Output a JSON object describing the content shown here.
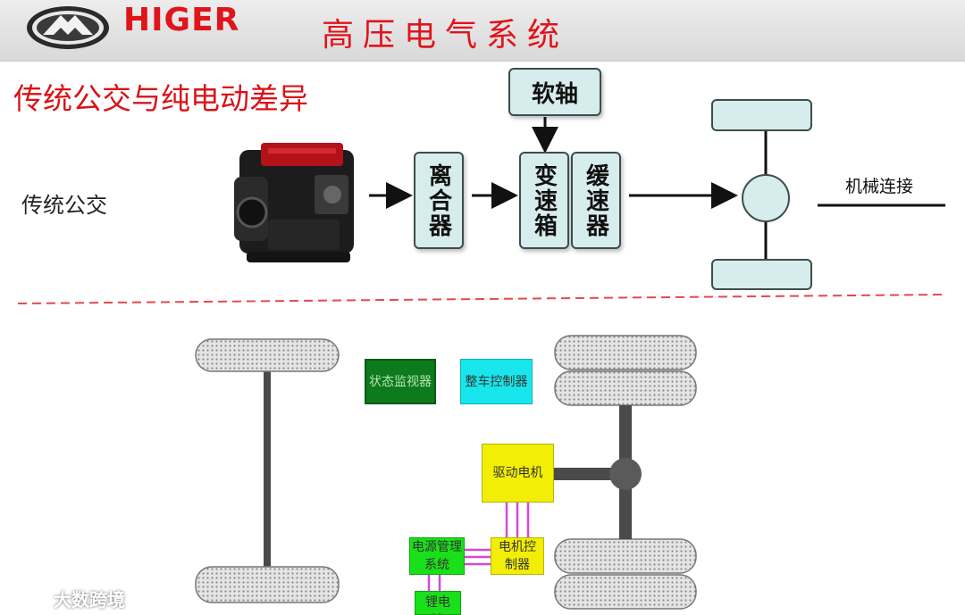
{
  "header": {
    "brand": "HIGER",
    "title": "高压电气系统"
  },
  "section_title": "传统公交与纯电动差异",
  "traditional": {
    "label": "传统公交",
    "flex_shaft": "软轴",
    "clutch": "离合器",
    "gearbox": "变速箱",
    "retarder": "缓速器",
    "mechanical_connection": "机械连接"
  },
  "electric": {
    "status_monitor": "状态监视器",
    "vehicle_controller": "整车控制器",
    "drive_motor": "驱动电机",
    "motor_controller": "电机控制器",
    "power_management": "电源管理系统",
    "battery": "锂电池"
  },
  "watermark": "大数跨境",
  "colors": {
    "accent_red": "#e0141b",
    "box_fill": "#d7ecec",
    "status_monitor": "#0d7a1c",
    "vehicle_controller": "#18e6ec",
    "drive_motor": "#f2ee05",
    "power_management": "#19e019",
    "wiring": "#d648d6"
  },
  "icons": [
    "higer-logo-icon",
    "engine-image",
    "wechat-watermark-icon"
  ]
}
